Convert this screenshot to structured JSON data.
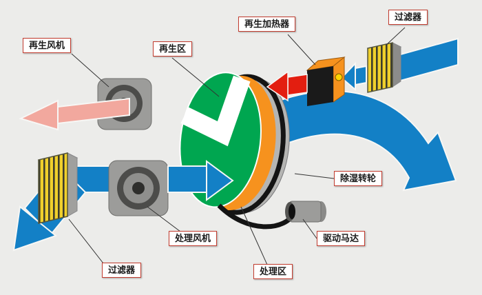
{
  "diagram": {
    "labels": {
      "regen_fan": "再生风机",
      "regen_zone": "再生区",
      "regen_heater": "再生加热器",
      "filter_top": "过滤器",
      "dehumid_wheel": "除湿转轮",
      "drive_motor": "驱动马达",
      "process_zone": "处理区",
      "process_fan": "处理风机",
      "filter_bottom": "过滤器"
    },
    "colors": {
      "process_air": "#1380c6",
      "regen_exhaust": "#f2a89e",
      "hot_air": "#e31e10",
      "wheel_front": "#00a650",
      "wheel_interior": "#f6921e",
      "filter_face": "#f0d02c",
      "metal": "#9c9c9a",
      "background": "#ececea",
      "belt": "#141414"
    }
  }
}
